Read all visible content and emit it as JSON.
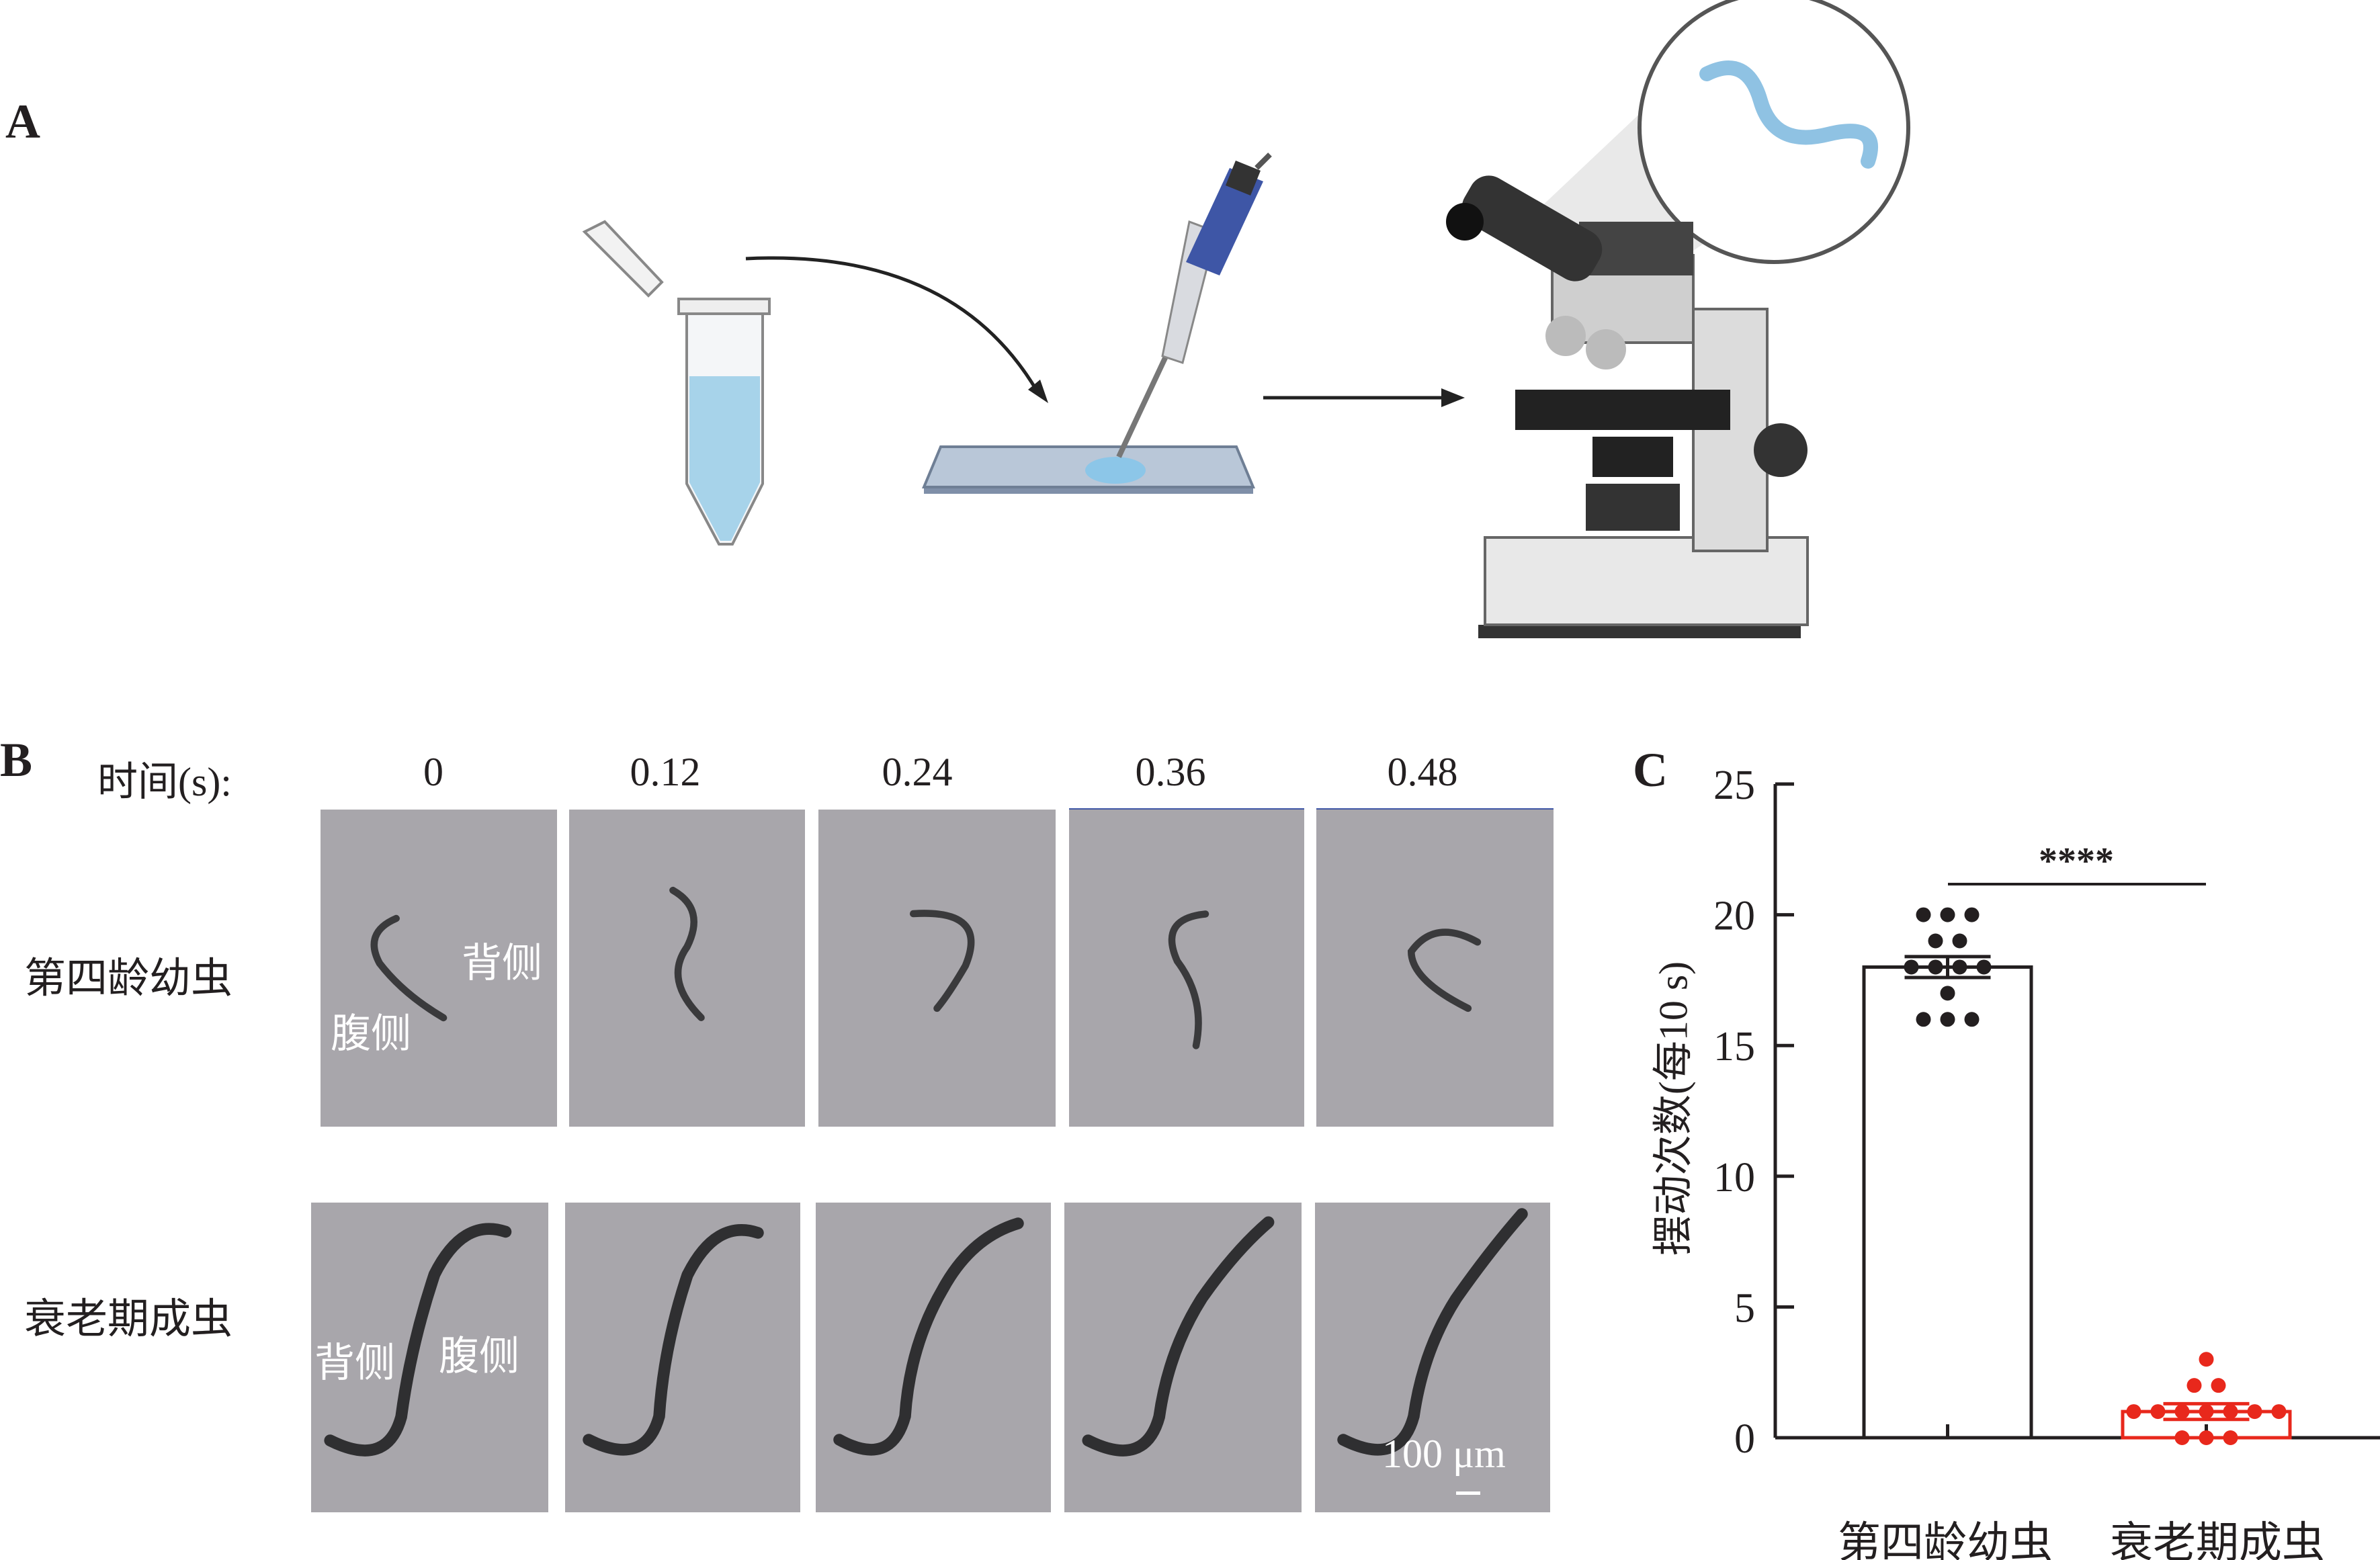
{
  "panels": {
    "a": "A",
    "b": "B",
    "c": "C"
  },
  "panel_b": {
    "time_label": "时间(s):",
    "times": [
      "0",
      "0.12",
      "0.24",
      "0.36",
      "0.48"
    ],
    "rows": [
      "第四龄幼虫",
      "衰老期成虫"
    ],
    "row1_labels": {
      "dorsal": "背侧",
      "ventral": "腹侧"
    },
    "row2_labels": {
      "dorsal": "背侧",
      "ventral": "腹侧"
    },
    "scale_bar": "100 μm"
  },
  "chart_data": {
    "type": "bar",
    "categories": [
      "第四龄幼虫",
      "衰老期成虫"
    ],
    "values": [
      18,
      1
    ],
    "sem": [
      0.4,
      0.3
    ],
    "points": [
      [
        20,
        20,
        20,
        19,
        19,
        18,
        18,
        18,
        18,
        17,
        16,
        16,
        16
      ],
      [
        3,
        2,
        2,
        1,
        1,
        1,
        1,
        1,
        1,
        1,
        0,
        0,
        0
      ]
    ],
    "colors": [
      "#231f20",
      "#e8281c"
    ],
    "ylabel": "摆动次数(每10 s)",
    "ylim": [
      0,
      25
    ],
    "yticks": [
      "0",
      "5",
      "10",
      "15",
      "20",
      "25"
    ],
    "significance": "****"
  }
}
